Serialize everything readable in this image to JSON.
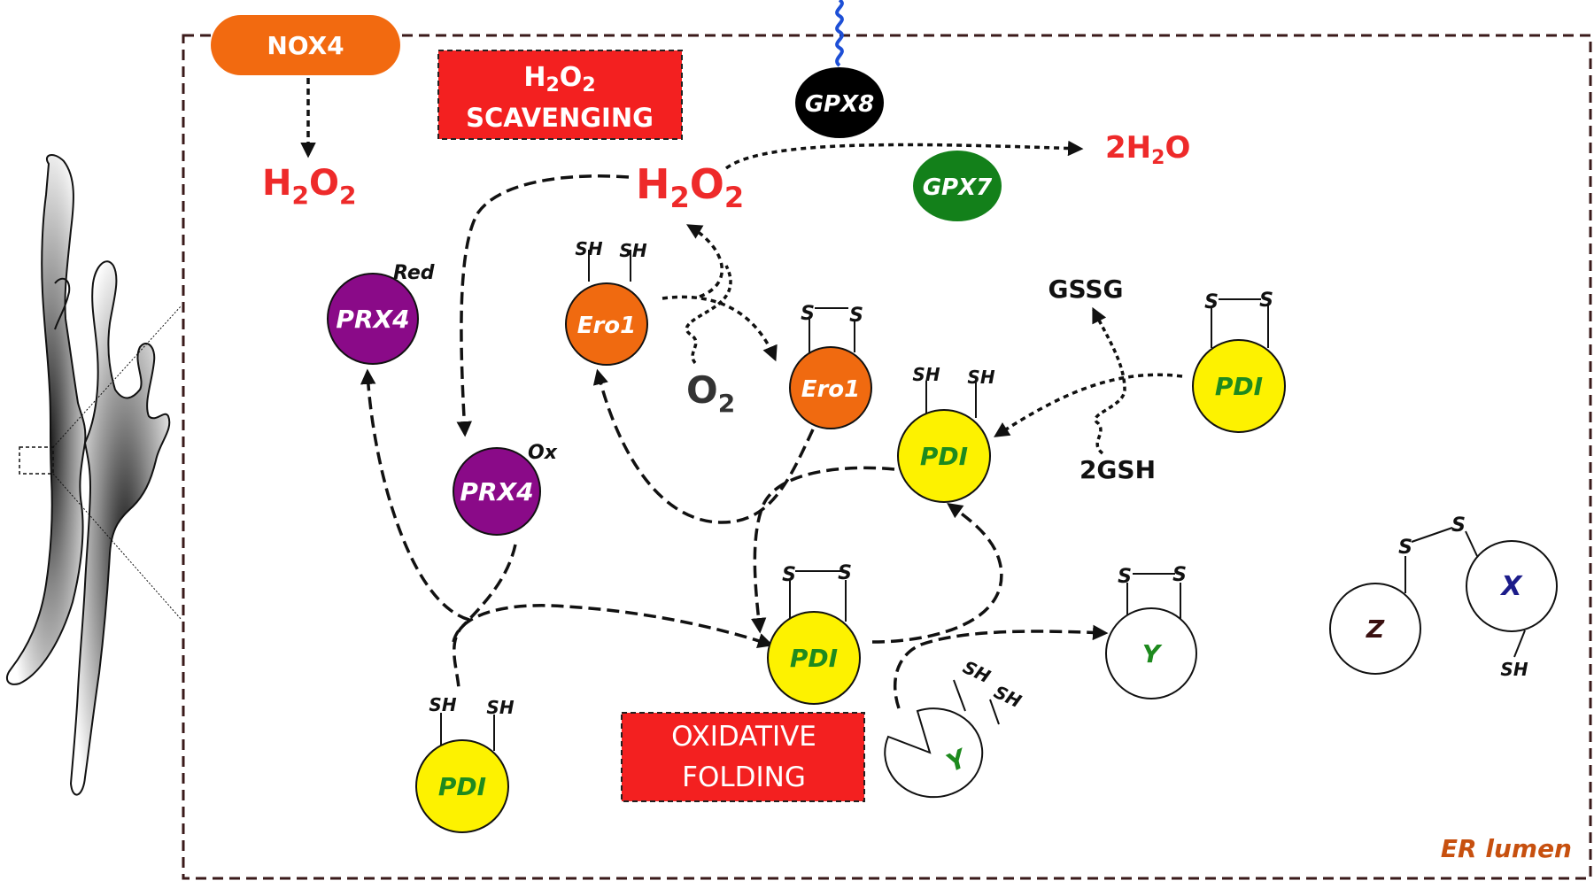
{
  "colors": {
    "red_text": "#ee2a2a",
    "nox4": "#f26a10",
    "prx4": "#8a0a88",
    "ero1": "#f06a10",
    "pdi": "#fdf200",
    "pdi_text": "#1e8a1e",
    "gpx7": "#13801a",
    "gpx8": "#000000",
    "box_red": "#f32020",
    "border": "#3a1a1a",
    "er_lumen_text": "#c7500f",
    "x_text": "#1c1c8a",
    "z_text": "#3a1010",
    "helix": "#1d4fd6"
  },
  "enzymes": {
    "nox4": "NOX4",
    "gpx8": "GPX8",
    "gpx7": "GPX7",
    "prx4_red": "PRX4",
    "prx4_ox": "PRX4",
    "ero1_red": "Ero1",
    "ero1_ox": "Ero1",
    "pdi_right": "PDI",
    "pdi_mid": "PDI",
    "pdi_center": "PDI",
    "pdi_bottom": "PDI"
  },
  "substrates": {
    "y_folded": "Y",
    "y_unfolded": "Y",
    "x": "X",
    "z": "Z"
  },
  "boxes": {
    "scavenging_line1_prefix": "H",
    "scavenging_line1_sub1": "2",
    "scavenging_line1_mid": "O",
    "scavenging_line1_sub2": "2",
    "scavenging_line2": "SCAVENGING",
    "oxidative_line1": "OXIDATIVE",
    "oxidative_line2": "FOLDING"
  },
  "molecules": {
    "h2o2_left": {
      "a": "H",
      "b": "2",
      "c": "O",
      "d": "2"
    },
    "h2o2_center": {
      "a": "H",
      "b": "2",
      "c": "O",
      "d": "2"
    },
    "water": {
      "a": "2H",
      "b": "2",
      "c": "O"
    },
    "o2": {
      "a": "O",
      "b": "2"
    },
    "gssg": "GSSG",
    "gsh": "2GSH"
  },
  "states": {
    "red": "Red",
    "ox": "Ox"
  },
  "groups": {
    "sh": "SH",
    "s": "S"
  },
  "region": "ER lumen"
}
